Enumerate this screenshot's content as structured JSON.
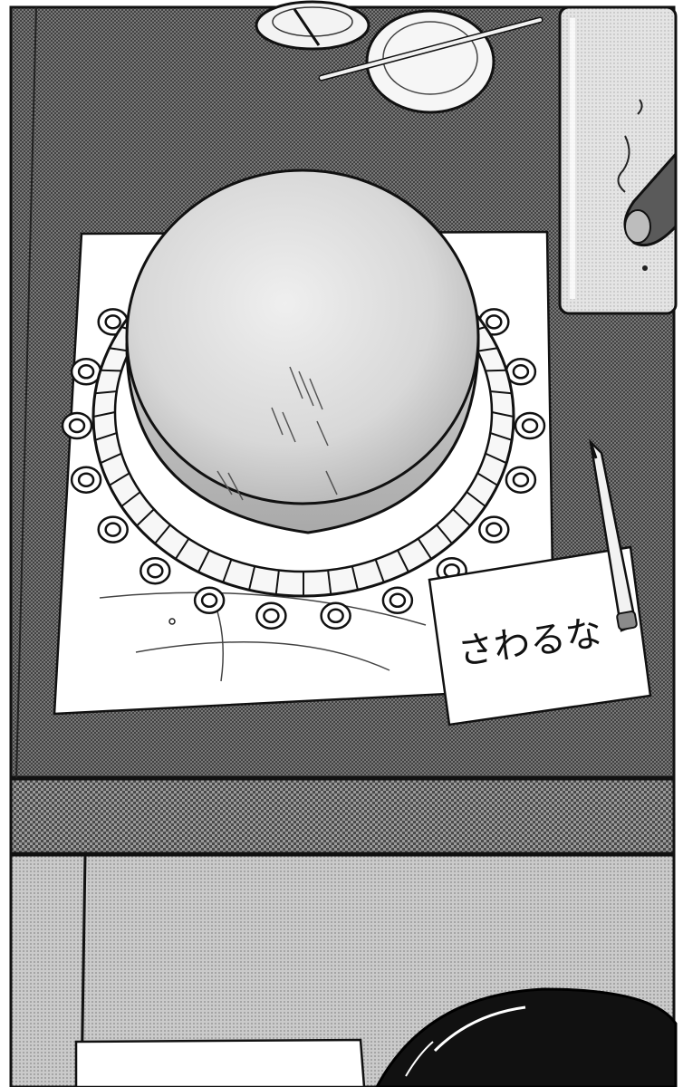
{
  "panels": [
    {
      "id": "panel-1",
      "note_text": "さわるな"
    },
    {
      "id": "panel-2"
    }
  ],
  "colors": {
    "ink": "#1a1a1a",
    "table_tone": "#6b6b6b",
    "light_tone": "#cfcfcf",
    "paper": "#ffffff"
  }
}
